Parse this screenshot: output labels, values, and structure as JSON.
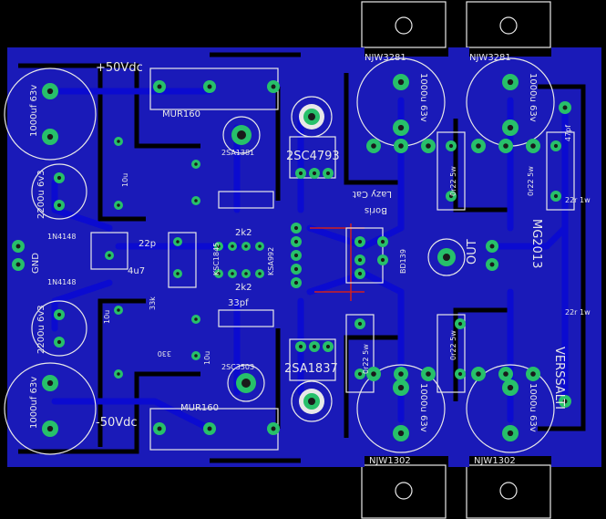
{
  "board": {
    "colors": {
      "background": "#000000",
      "copper_fill": "#1a1ab8",
      "trace": "#0b0bd0",
      "pad": "#27c06a",
      "silkscreen": "#e8e8e8",
      "bond_line": "#d02020"
    },
    "labels": {
      "supply_pos": "+50Vdc",
      "supply_neg": "-50Vdc",
      "gnd": "GND",
      "out": "OUT",
      "author_line1": "Lazy Cat",
      "author_line2": "Boris",
      "mirror1": "VERSSALTI",
      "mirror2": "MG2013"
    },
    "capacitors": {
      "c1": "1000uf 63v",
      "c2": "2200u 6v3",
      "c3": "2200u 6v3",
      "c4": "1000uf 63v",
      "c5": "1000u 63v",
      "c6": "1000u 63v",
      "c7": "1000u 63v",
      "c8": "1000u 63v",
      "c9": "22p",
      "c10": "33pf",
      "c11": "47pf",
      "c12": "10u",
      "c13": "10u"
    },
    "transistors": {
      "q1": "NJW3281",
      "q2": "NJW3281",
      "q3": "NJW1302",
      "q4": "NJW1302",
      "q5": "2SC4793",
      "q6": "2SA1837",
      "q7": "2SA1381",
      "q8": "2SC3503",
      "q9": "BD139",
      "q10": "KSA992",
      "q11": "KSC1845"
    },
    "diodes": {
      "d1": "MUR160",
      "d2": "MUR160",
      "d3": "1N4148",
      "d4": "1N4148"
    },
    "resistors": {
      "r1": "0r22 5w",
      "r2": "0r22 5w",
      "r3": "0r22 5w",
      "r4": "0r22 5w",
      "r5": "2k2",
      "r6": "2k2",
      "r7": "22r 1w",
      "r8": "22r 1w",
      "r9": "4u7",
      "r10": "33k",
      "r11": "330",
      "r12": "10u"
    }
  }
}
